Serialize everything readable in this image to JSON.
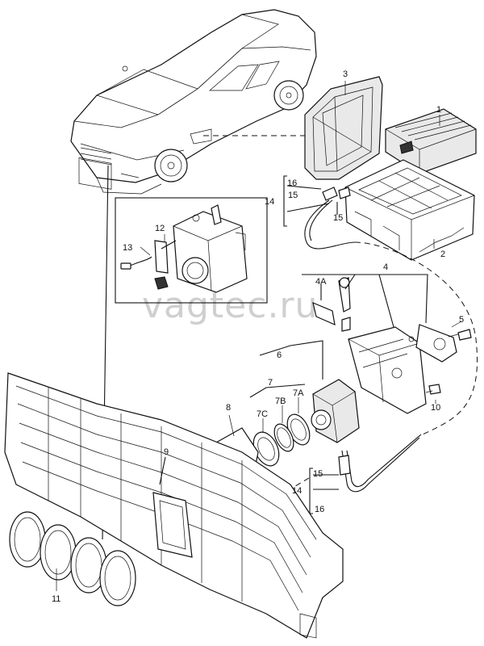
{
  "watermark": "vagtec.ru",
  "callouts": {
    "c1": "1",
    "c2": "2",
    "c3": "3",
    "c4": "4",
    "c4a": "4A",
    "c5": "5",
    "c6": "6",
    "c7": "7",
    "c7a": "7A",
    "c7b": "7B",
    "c7c": "7C",
    "c8": "8",
    "c9": "9",
    "c10": "10",
    "c11": "11",
    "c12": "12",
    "c13": "13",
    "c14_top": "14",
    "c15_top_a": "15",
    "c16_top": "16",
    "c15_top_b": "15",
    "c14_bot": "14",
    "c15_bot": "15",
    "c16_bot": "16"
  },
  "icons": [
    "car-illustration",
    "control-unit-icon",
    "housing-cover-icon",
    "housing-base-icon",
    "camera-unit-icon",
    "grille-icon",
    "badge-rings-icon"
  ]
}
